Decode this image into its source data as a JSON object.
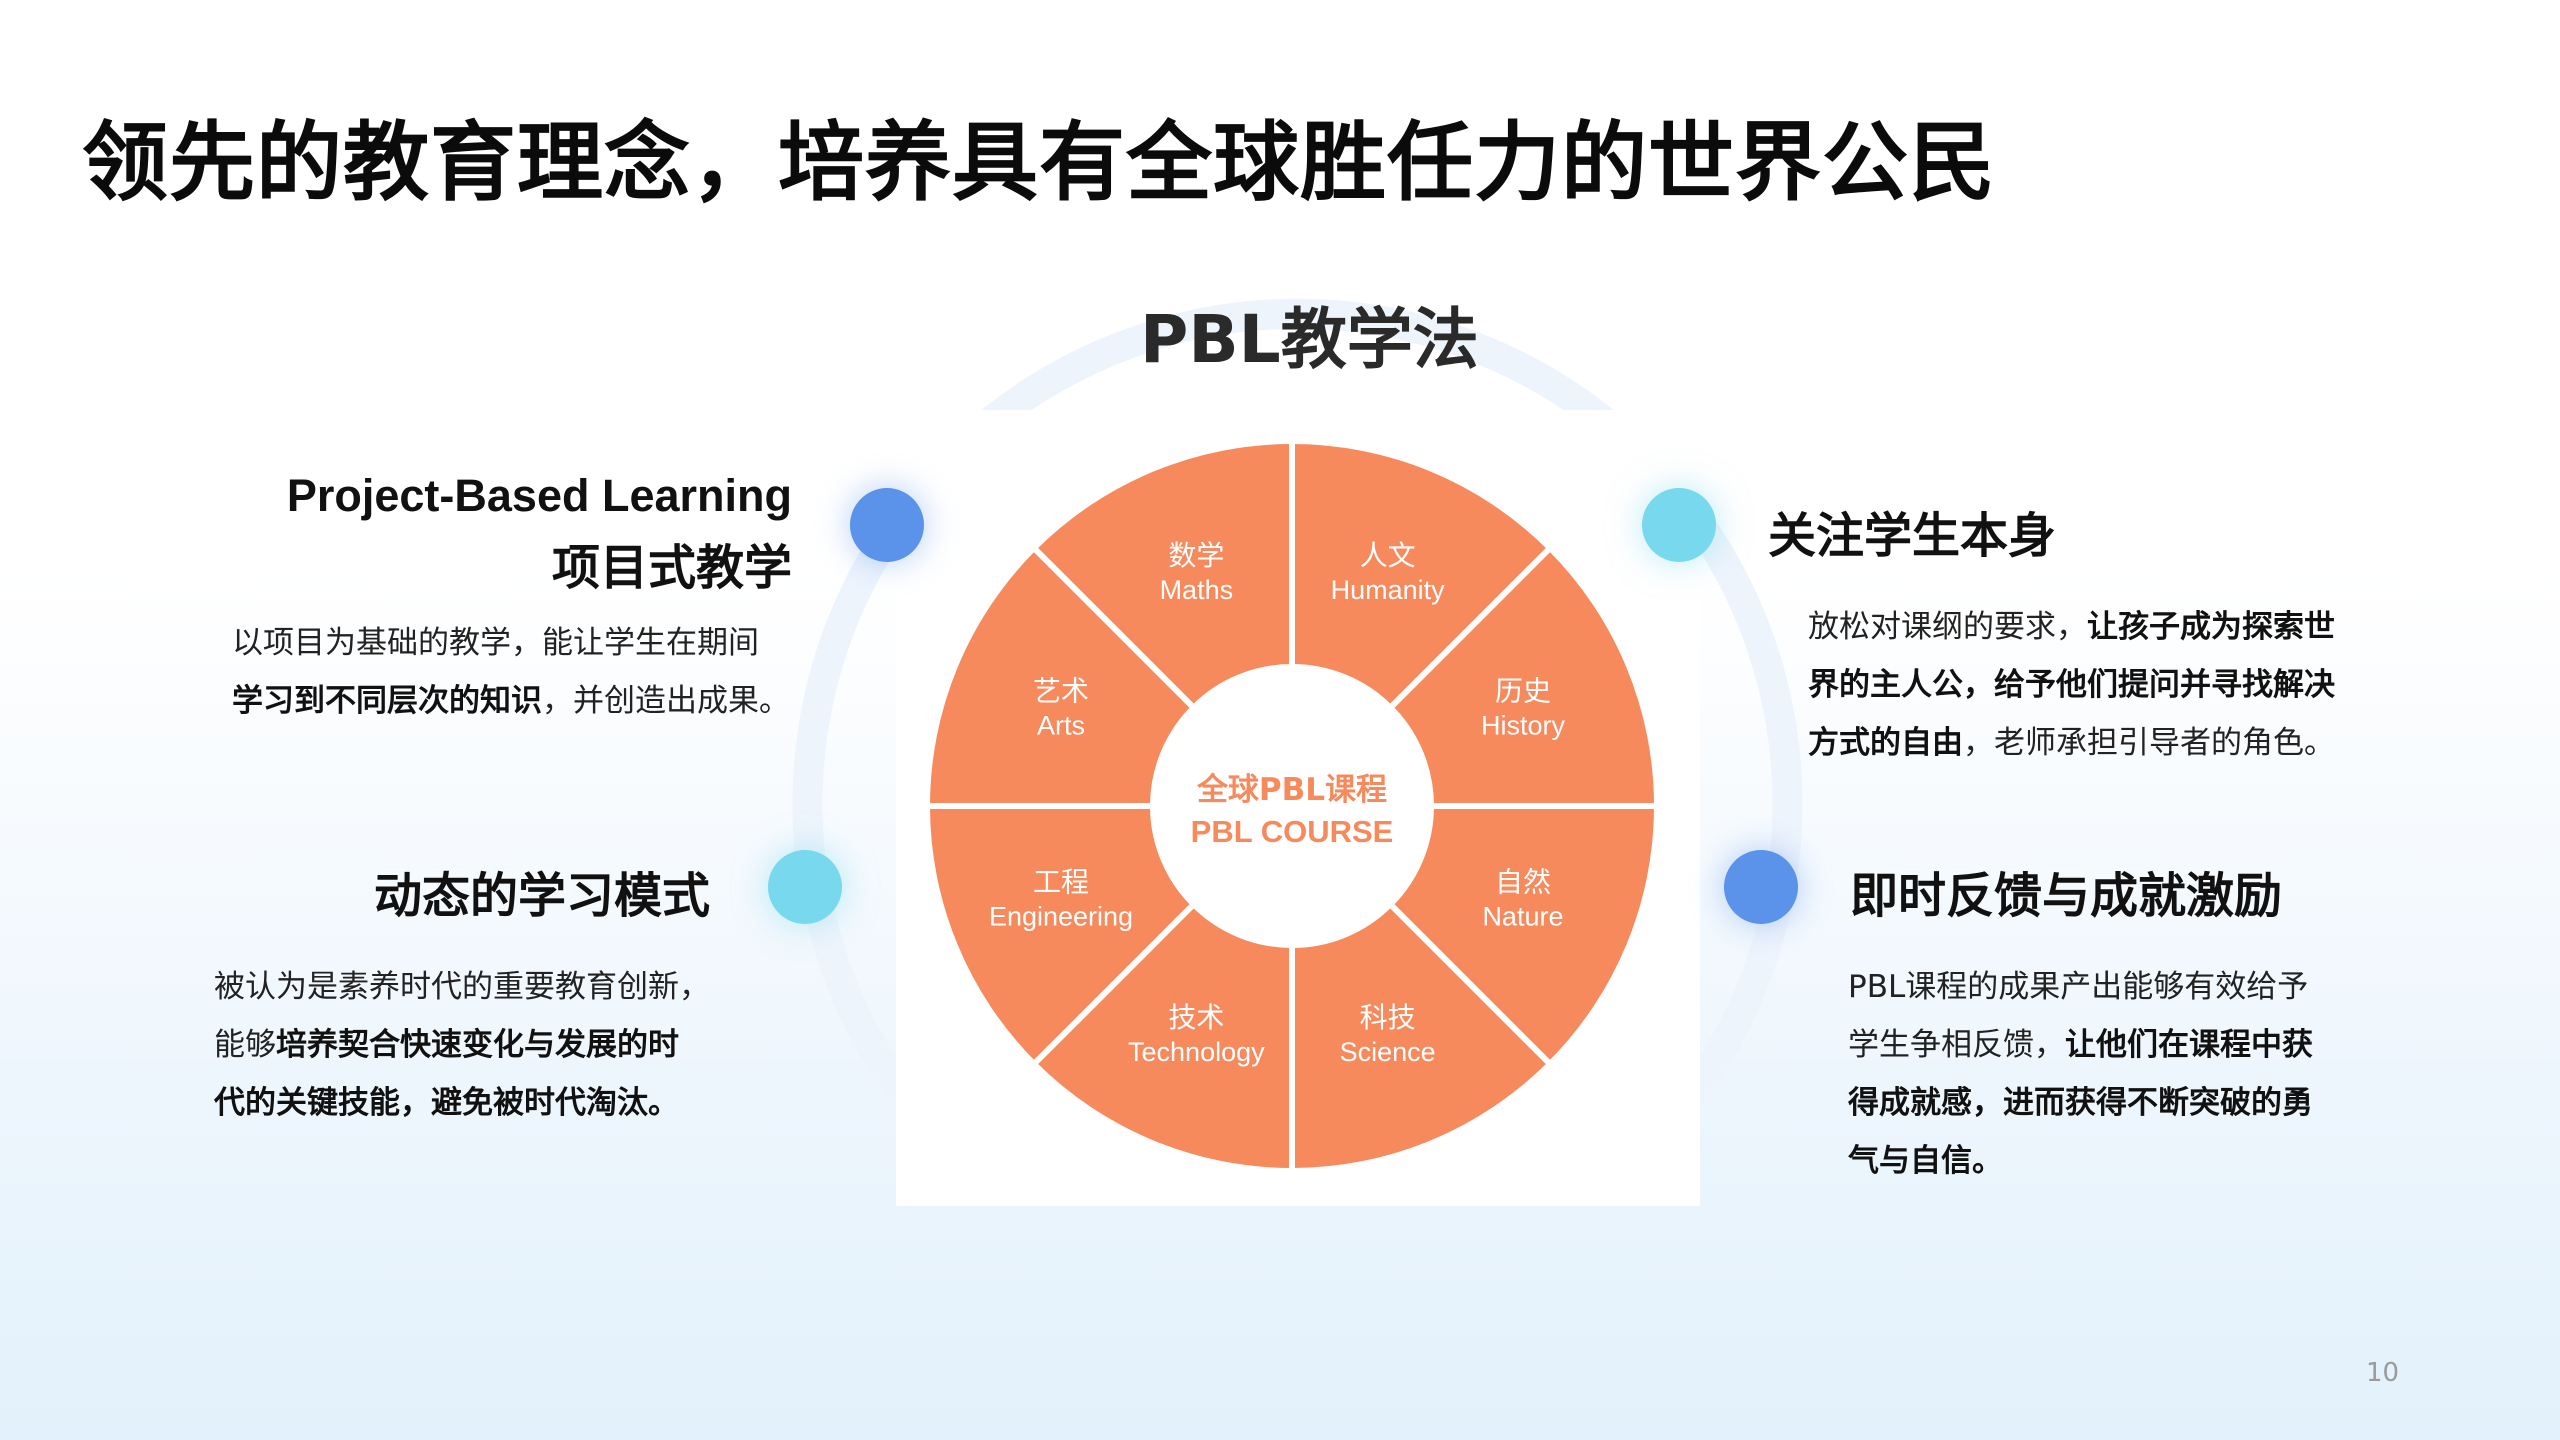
{
  "slide": {
    "title": "领先的教育理念，培养具有全球胜任力的世界公民",
    "page_number": "10"
  },
  "diagram": {
    "title": "PBL教学法",
    "center": {
      "line1": "全球PBL课程",
      "line2": "PBL COURSE"
    },
    "segments": [
      {
        "cn": "人文",
        "en": "Humanity"
      },
      {
        "cn": "历史",
        "en": "History"
      },
      {
        "cn": "自然",
        "en": "Nature"
      },
      {
        "cn": "科技",
        "en": "Science"
      },
      {
        "cn": "技术",
        "en": "Technology"
      },
      {
        "cn": "工程",
        "en": "Engineering"
      },
      {
        "cn": "艺术",
        "en": "Arts"
      },
      {
        "cn": "数学",
        "en": "Maths"
      }
    ],
    "colors": {
      "segment": "#f68a5c",
      "separator": "#ffffff",
      "center_text": "#f68a5c"
    }
  },
  "panels": {
    "project_based": {
      "heading_en": "Project-Based Learning",
      "heading_cn": "项目式教学",
      "line1": "以项目为基础的教学，能让学生在期间",
      "line2_bold": "学习到不同层次的知识",
      "line2_rest": "，并创造出成果。"
    },
    "dynamic": {
      "heading": "动态的学习模式",
      "line1": "被认为是素养时代的重要教育创新，",
      "line2_pre": "能够",
      "line2_bold": "培养契合快速变化与发展的时",
      "line3_bold": "代的关键技能，避免被时代淘汰。"
    },
    "focus_student": {
      "heading": "关注学生本身",
      "line1_pre": "放松对课纲的要求，",
      "line1_bold": "让孩子成为探索世",
      "line2_bold": "界的主人公，给予他们提问并寻找解决",
      "line3_bold": "方式的自由",
      "line3_rest": "，老师承担引导者的角色。"
    },
    "feedback": {
      "heading": "即时反馈与成就激励",
      "line1": "PBL课程的成果产出能够有效给予",
      "line2_pre": "学生争相反馈，",
      "line2_bold": "让他们在课程中获",
      "line3_bold": "得成就感，进而获得不断突破的勇",
      "line4_bold": "气与自信。"
    }
  },
  "accent_colors": {
    "blue_dot": "#5b93ea",
    "cyan_dot": "#78d8ee",
    "arc": "#eef4fc"
  }
}
